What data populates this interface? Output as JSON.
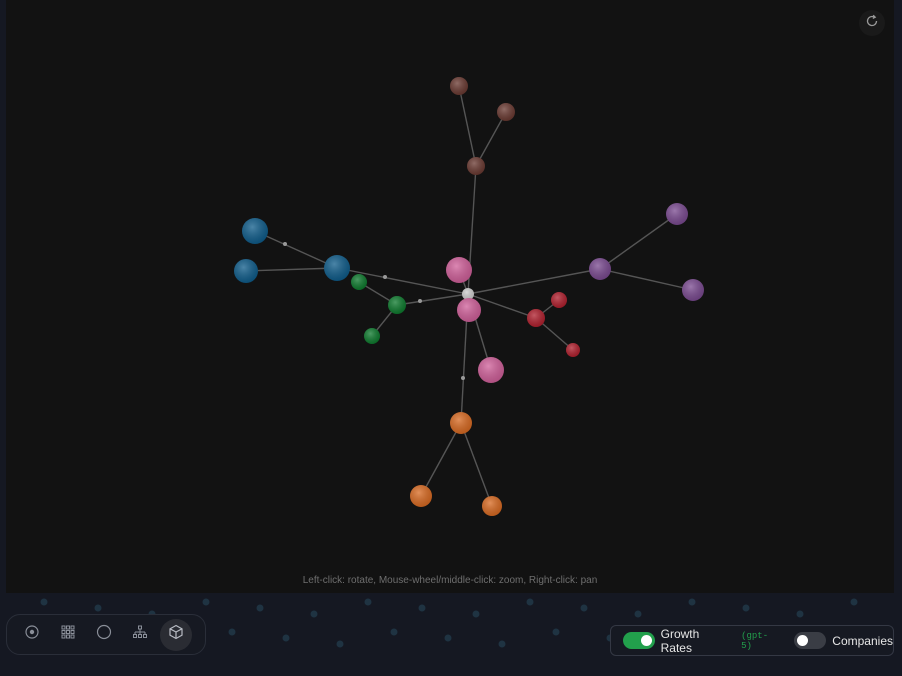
{
  "hint_text": "Left-click: rotate, Mouse-wheel/middle-click: zoom, Right-click: pan",
  "toolbar": {
    "buttons": [
      {
        "name": "radial-view-icon"
      },
      {
        "name": "grid-view-icon"
      },
      {
        "name": "circle-view-icon"
      },
      {
        "name": "tree-view-icon"
      },
      {
        "name": "3d-view-icon",
        "active": true
      }
    ],
    "reset_icon": "rotate-reset-icon"
  },
  "toggles": {
    "growth_rates": {
      "label": "Growth Rates",
      "badge": "(gpt-5)",
      "on": true
    },
    "companies": {
      "label": "Companies",
      "on": false
    }
  },
  "colors": {
    "background": "#151822",
    "canvas": "#121212",
    "edge": "#555555",
    "toggle_on": "#22a04c",
    "pink": "#d0609a",
    "blue": "#0f5c8a",
    "green": "#0e7a2e",
    "brown": "#6a3a32",
    "purple": "#7a4a90",
    "red": "#b0202e",
    "orange": "#d86a22",
    "center": "#cfcfcf"
  },
  "graph": {
    "nodes": [
      {
        "id": "center",
        "group": "center"
      },
      {
        "id": "pink1",
        "group": "pink"
      },
      {
        "id": "pink2",
        "group": "pink"
      },
      {
        "id": "pink3",
        "group": "pink"
      },
      {
        "id": "blue-hub",
        "group": "blue"
      },
      {
        "id": "blue1",
        "group": "blue"
      },
      {
        "id": "blue2",
        "group": "blue"
      },
      {
        "id": "green-hub",
        "group": "green"
      },
      {
        "id": "green1",
        "group": "green"
      },
      {
        "id": "green2",
        "group": "green"
      },
      {
        "id": "brown-hub",
        "group": "brown"
      },
      {
        "id": "brown1",
        "group": "brown"
      },
      {
        "id": "brown2",
        "group": "brown"
      },
      {
        "id": "purple-hub",
        "group": "purple"
      },
      {
        "id": "purple1",
        "group": "purple"
      },
      {
        "id": "purple2",
        "group": "purple"
      },
      {
        "id": "red-hub",
        "group": "red"
      },
      {
        "id": "red1",
        "group": "red"
      },
      {
        "id": "red2",
        "group": "red"
      },
      {
        "id": "orange-hub",
        "group": "orange"
      },
      {
        "id": "orange1",
        "group": "orange"
      },
      {
        "id": "orange2",
        "group": "orange"
      }
    ],
    "edges": [
      [
        "center",
        "pink1"
      ],
      [
        "center",
        "pink2"
      ],
      [
        "center",
        "pink3"
      ],
      [
        "center",
        "blue-hub"
      ],
      [
        "blue-hub",
        "blue1"
      ],
      [
        "blue-hub",
        "blue2"
      ],
      [
        "center",
        "green-hub"
      ],
      [
        "green-hub",
        "green1"
      ],
      [
        "green-hub",
        "green2"
      ],
      [
        "center",
        "brown-hub"
      ],
      [
        "brown-hub",
        "brown1"
      ],
      [
        "brown-hub",
        "brown2"
      ],
      [
        "center",
        "purple-hub"
      ],
      [
        "purple-hub",
        "purple1"
      ],
      [
        "purple-hub",
        "purple2"
      ],
      [
        "center",
        "red-hub"
      ],
      [
        "red-hub",
        "red1"
      ],
      [
        "red-hub",
        "red2"
      ],
      [
        "center",
        "orange-hub"
      ],
      [
        "orange-hub",
        "orange1"
      ],
      [
        "orange-hub",
        "orange2"
      ]
    ]
  }
}
